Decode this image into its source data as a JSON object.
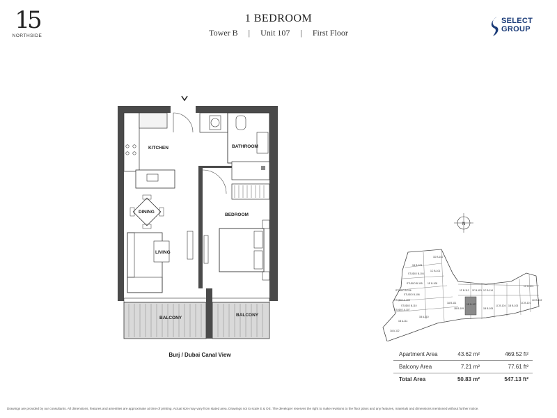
{
  "brand": {
    "logo_number": "15",
    "logo_sub": "NORTHSIDE",
    "developer_line1": "SELECT",
    "developer_line2": "GROUP"
  },
  "header": {
    "title": "1 BEDROOM",
    "tower": "Tower B",
    "unit": "Unit 107",
    "floor": "First Floor",
    "separator": "|"
  },
  "rooms": {
    "kitchen": "KITCHEN",
    "bathroom": "BATHROOM",
    "dining": "DINING",
    "bedroom": "BEDROOM",
    "living": "LIVING",
    "balcony_left": "BALCONY",
    "balcony_right": "BALCONY"
  },
  "view_label": "Burj / Dubai Canal View",
  "compass": {
    "north": "N"
  },
  "keyplan_units": [
    "1D B-102",
    "1B B-103",
    "STUDIO B-104",
    "1C B-101",
    "STUDIO B-105",
    "STUDIO B-106",
    "1E B-108",
    "STUDIO B-110",
    "1F B-112",
    "1F B-113",
    "1C B-114",
    "1A B-111",
    "1B B-109",
    "1B B-107",
    "1C B-104",
    "1B B-103",
    "1C B-101",
    "1C B-102",
    "1B A-110",
    "1B A-111",
    "1A A-112",
    "STUDIO A-108",
    "STUDIO A-107",
    "STUDIO A-106",
    "1B B-105",
    "1C B-101"
  ],
  "areas": {
    "rows": [
      {
        "label": "Apartment Area",
        "metric": "43.62 m²",
        "imperial": "469.52 ft²"
      },
      {
        "label": "Balcony Area",
        "metric": "7.21 m²",
        "imperial": "77.61 ft²"
      }
    ],
    "total": {
      "label": "Total Area",
      "metric": "50.83 m²",
      "imperial": "547.13 ft²"
    }
  },
  "disclaimer": "Drawings are provided by our consultants. All dimensions, features and amenities are approximate at time of printing. Actual size may vary from stated area. Drawings not to scale E & OE. The developer reserves the right to make revisions to the floor plans and any features, materials and dimensions mentioned without further notice.",
  "colors": {
    "wall": "#4a4a4a",
    "brand_blue": "#1a3b78",
    "highlight_unit": "#8a8a8a"
  }
}
